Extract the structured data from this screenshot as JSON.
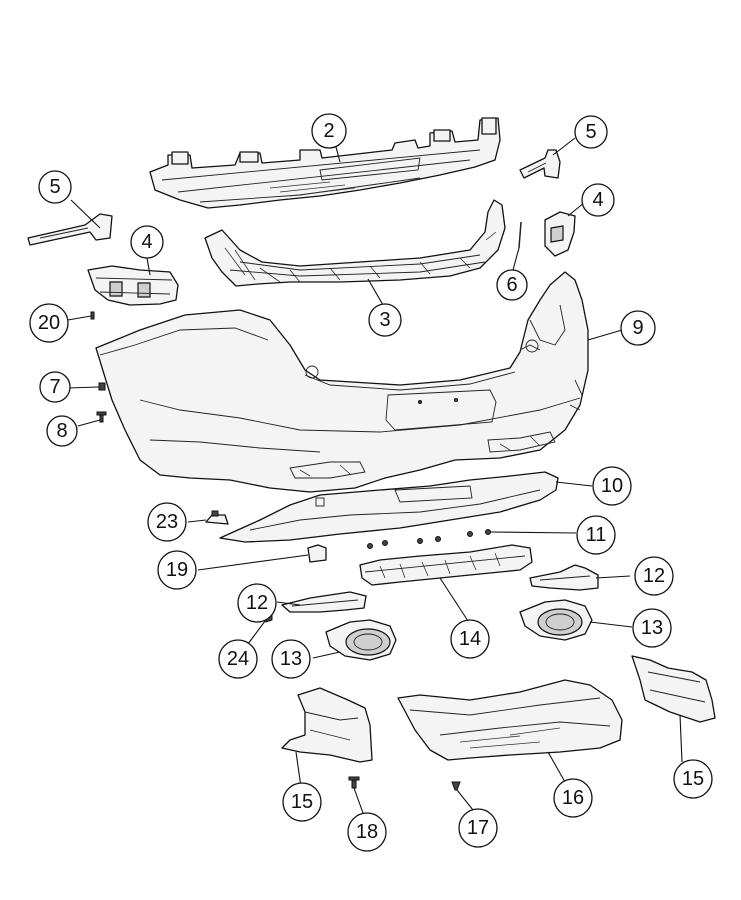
{
  "callouts": [
    {
      "id": "c2",
      "label": "2"
    },
    {
      "id": "c5a",
      "label": "5"
    },
    {
      "id": "c5b",
      "label": "5"
    },
    {
      "id": "c4a",
      "label": "4"
    },
    {
      "id": "c4b",
      "label": "4"
    },
    {
      "id": "c6",
      "label": "6"
    },
    {
      "id": "c3",
      "label": "3"
    },
    {
      "id": "c9",
      "label": "9"
    },
    {
      "id": "c20",
      "label": "20"
    },
    {
      "id": "c7",
      "label": "7"
    },
    {
      "id": "c8",
      "label": "8"
    },
    {
      "id": "c10",
      "label": "10"
    },
    {
      "id": "c23",
      "label": "23"
    },
    {
      "id": "c11",
      "label": "11"
    },
    {
      "id": "c19",
      "label": "19"
    },
    {
      "id": "c12a",
      "label": "12"
    },
    {
      "id": "c12b",
      "label": "12"
    },
    {
      "id": "c24",
      "label": "24"
    },
    {
      "id": "c14",
      "label": "14"
    },
    {
      "id": "c13a",
      "label": "13"
    },
    {
      "id": "c13b",
      "label": "13"
    },
    {
      "id": "c15a",
      "label": "15"
    },
    {
      "id": "c15b",
      "label": "15"
    },
    {
      "id": "c16",
      "label": "16"
    },
    {
      "id": "c18",
      "label": "18"
    },
    {
      "id": "c17",
      "label": "17"
    }
  ]
}
